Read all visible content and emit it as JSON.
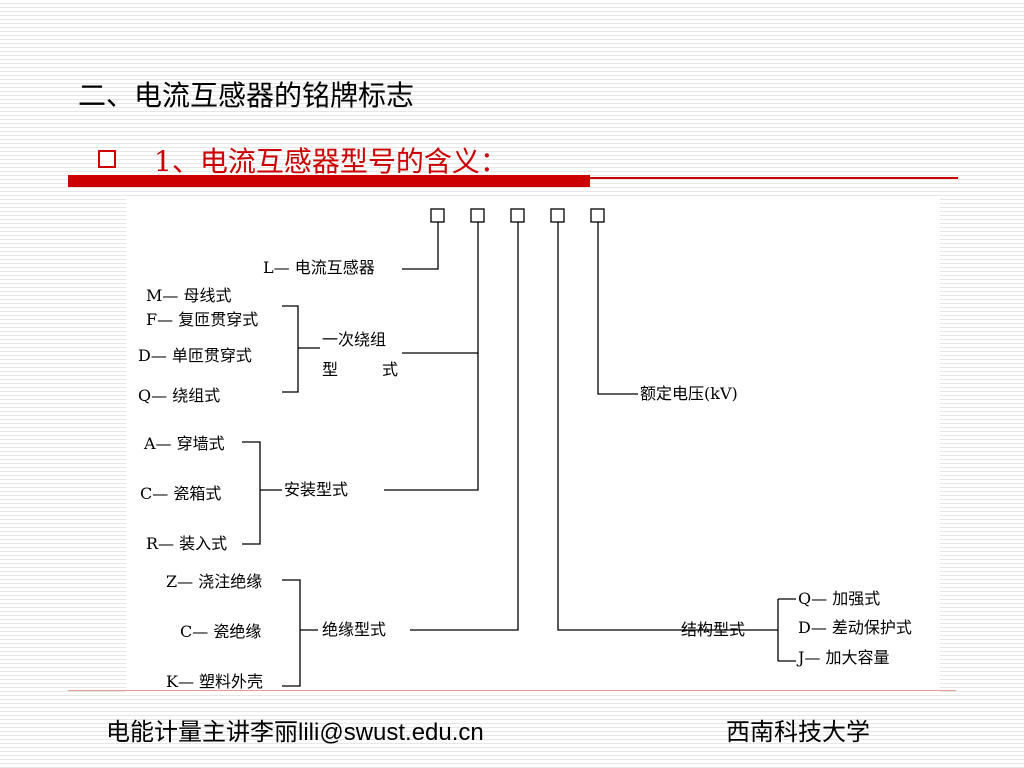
{
  "title": "二、电流互感器的铭牌标志",
  "bullet": {
    "text": "1、电流互感器型号的含义："
  },
  "diagram": {
    "l_label": "L— 电流互感器",
    "winding": {
      "m": "M— 母线式",
      "f": "F— 复匝贯穿式",
      "d": "D— 单匝贯穿式",
      "q": "Q— 绕组式",
      "group_line1": "一次绕组",
      "group_line2_a": "型",
      "group_line2_b": "式"
    },
    "install": {
      "a": "A— 穿墙式",
      "c": "C— 瓷箱式",
      "r": "R— 装入式",
      "group": "安装型式"
    },
    "insulation": {
      "z": "Z— 浇注绝缘",
      "c": "C— 瓷绝缘",
      "k": "K— 塑料外壳",
      "group": "绝缘型式"
    },
    "voltage": "额定电压(kV)",
    "structure": {
      "group": "结构型式",
      "q": "Q— 加强式",
      "d": "D— 差动保护式",
      "j": "J— 加大容量"
    }
  },
  "footer": {
    "left": "电能计量主讲李丽lili@swust.edu.cn",
    "right": "西南科技大学"
  }
}
